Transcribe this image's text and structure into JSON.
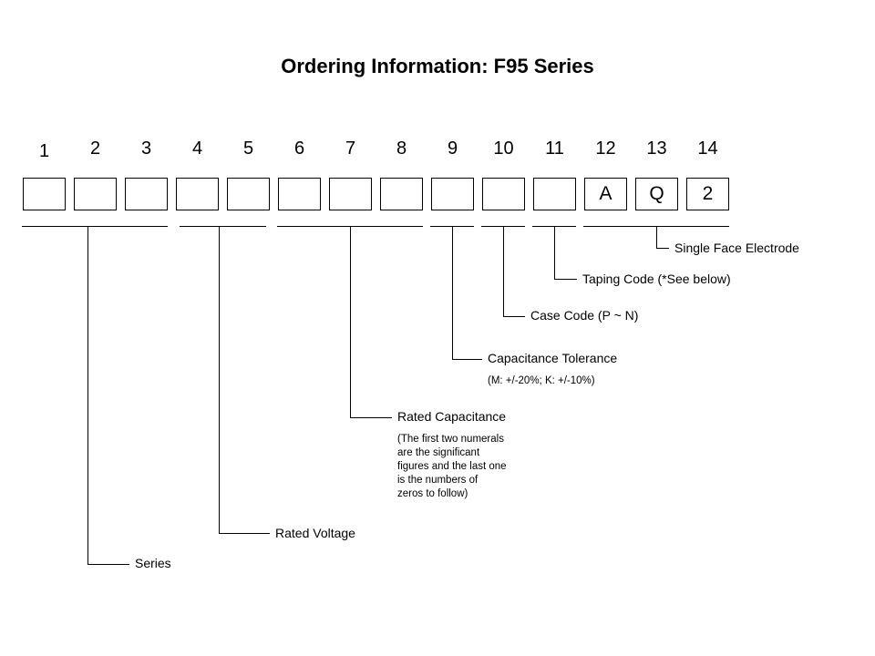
{
  "title": "Ordering Information: F95 Series",
  "positions": [
    "1",
    "2",
    "3",
    "4",
    "5",
    "6",
    "7",
    "8",
    "9",
    "10",
    "11",
    "12",
    "13",
    "14"
  ],
  "boxes": [
    "",
    "",
    "",
    "",
    "",
    "",
    "",
    "",
    "",
    "",
    "",
    "A",
    "Q",
    "2"
  ],
  "labels": {
    "series": "Series",
    "rated_voltage": "Rated Voltage",
    "rated_capacitance": "Rated Capacitance",
    "rated_capacitance_note_lines": [
      "(The first two numerals",
      "are the significant",
      "figures and the last one",
      "is the  numbers of",
      "zeros to follow)"
    ],
    "capacitance_tolerance": "Capacitance Tolerance",
    "capacitance_tolerance_note": "(M: +/-20%; K: +/-10%)",
    "case_code": "Case Code (P ~ N)",
    "taping_code": "Taping Code (*See below)",
    "single_face_electrode": "Single Face Electrode"
  }
}
